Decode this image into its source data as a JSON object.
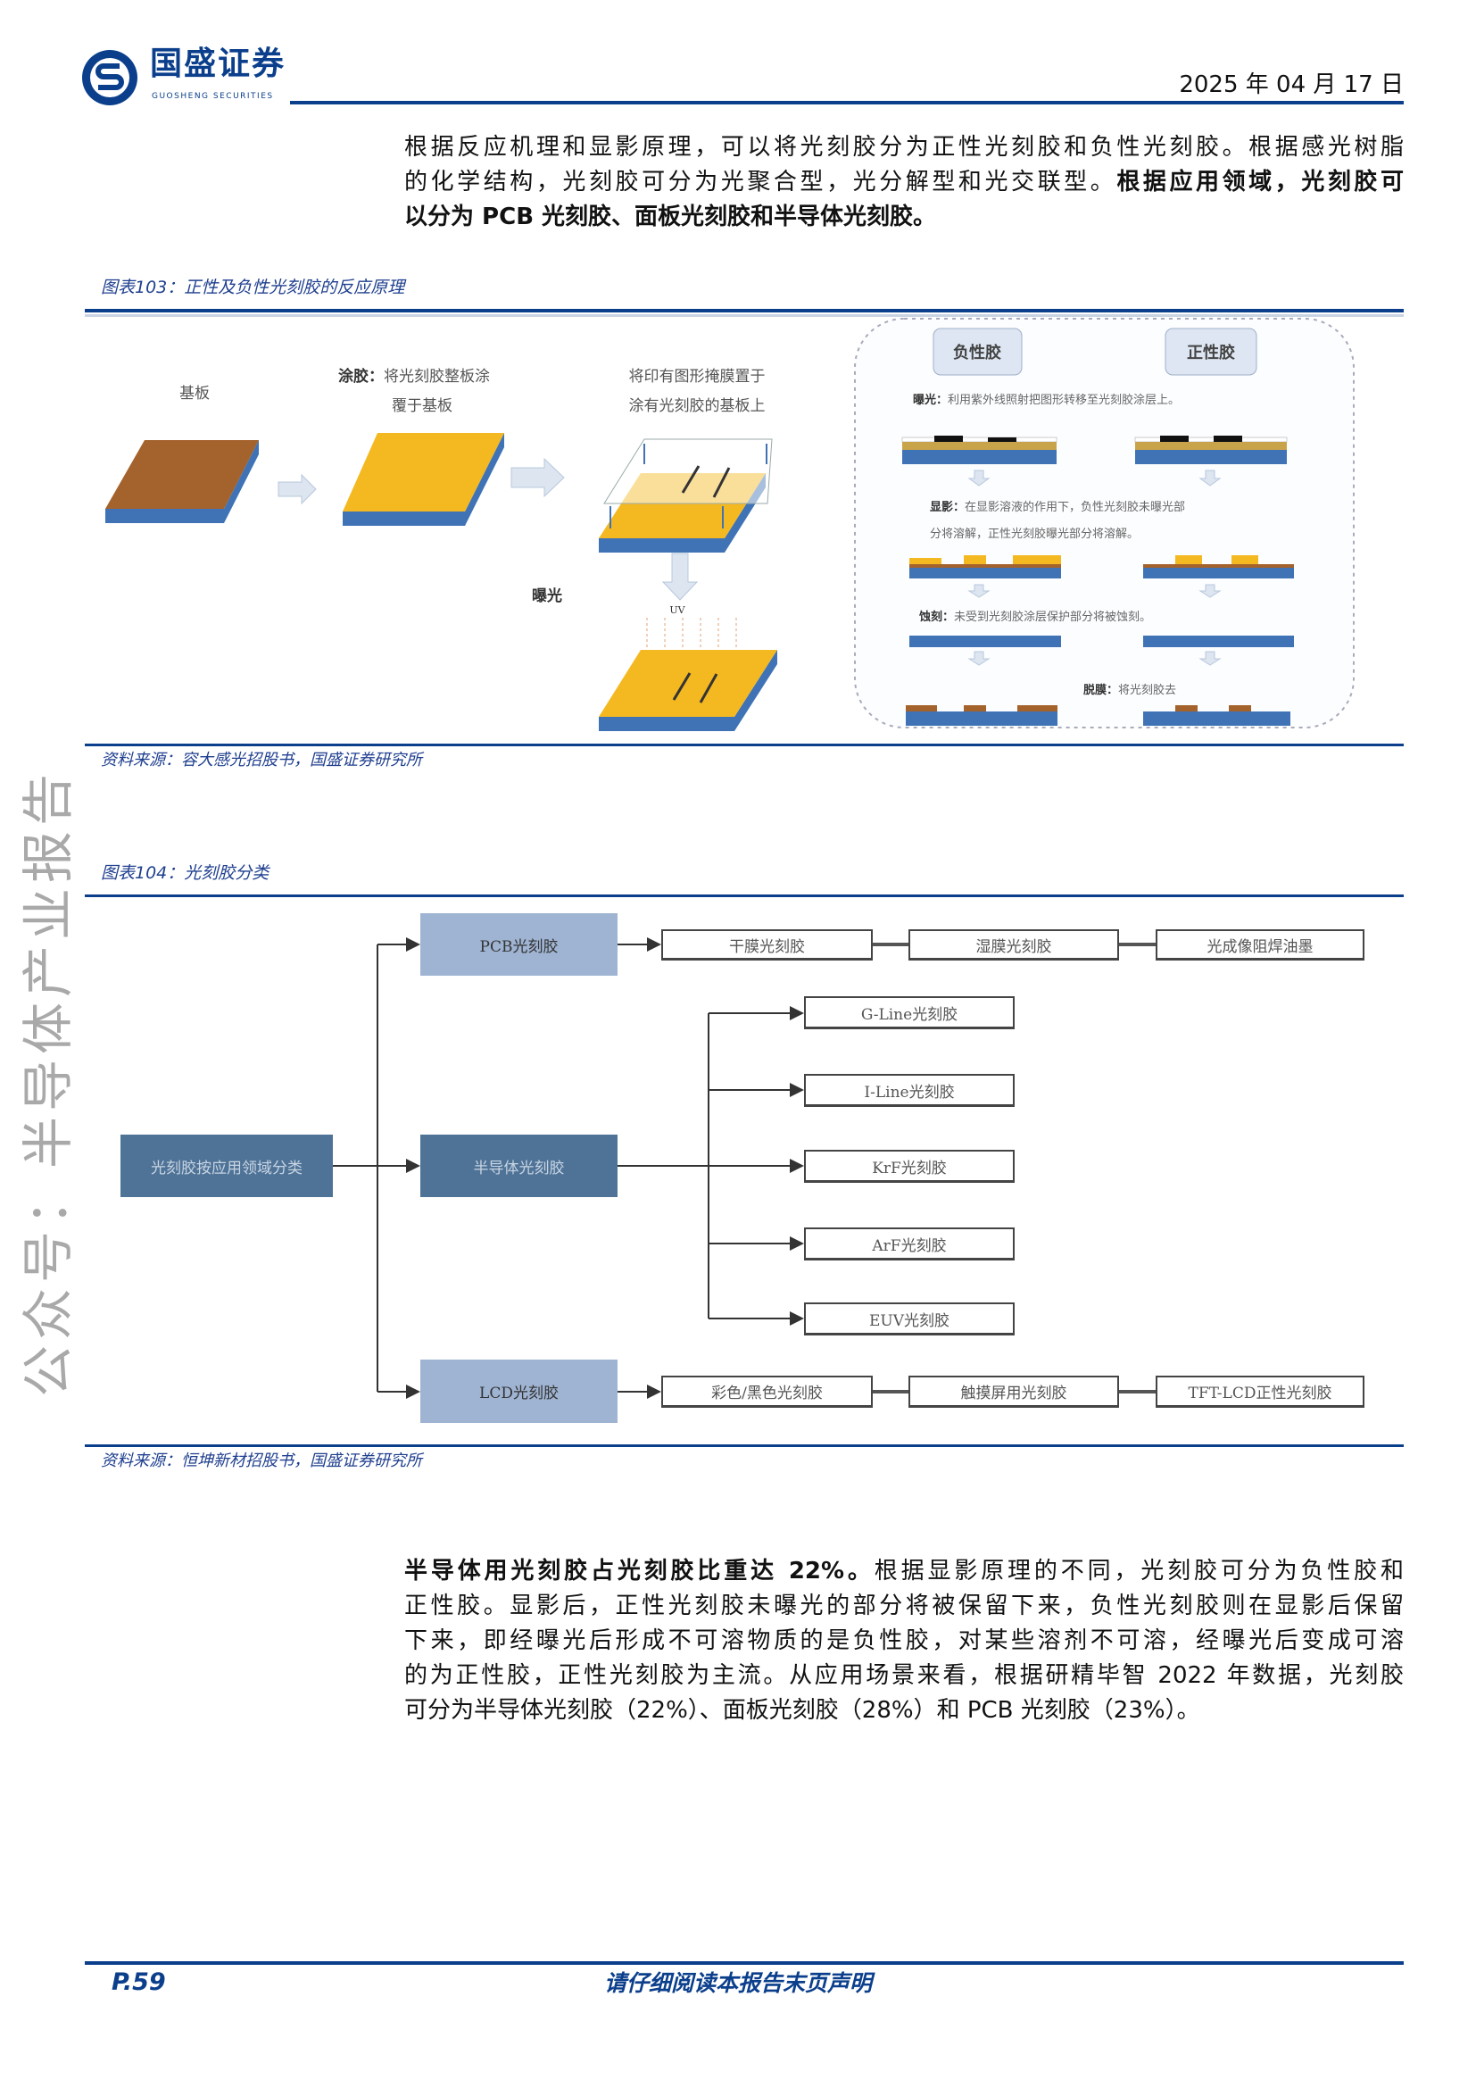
{
  "header": {
    "logo_cn": "国盛证券",
    "logo_en": "GUOSHENG SECURITIES",
    "date": "2025 年 04 月 17 日"
  },
  "para1": {
    "lines": [
      [
        {
          "t": "根据反应机理和显影原理，可以将光刻胶分为正性光刻胶和负性光刻胶。根据感光树脂",
          "bold": false
        }
      ],
      [
        {
          "t": "的化学结构，光刻胶可分为光聚合型，光分解型和光交联型。",
          "bold": false
        },
        {
          "t": "根据应用领域，光刻胶可",
          "bold": true
        }
      ],
      [
        {
          "t": "以分为 PCB 光刻胶、面板光刻胶和半导体光刻胶。",
          "bold": true
        }
      ]
    ]
  },
  "fig103": {
    "caption": "图表103：正性及负性光刻胶的反应原理",
    "source": "资料来源：容大感光招股书，国盛证券研究所",
    "left": {
      "substrate": "基板",
      "coat_bold": "涂胶：",
      "coat_l1": "将光刻胶整板涂",
      "coat_l2": "覆于基板",
      "mask_l1": "将印有图形掩膜置于",
      "mask_l2": "涂有光刻胶的基板上",
      "expose": "曝光",
      "uv": "UV"
    },
    "right": {
      "negative": "负性胶",
      "positive": "正性胶",
      "exposure_bold": "曝光：",
      "exposure_text": "利用紫外线照射把图形转移至光刻胶涂层上。",
      "develop_bold": "显影：",
      "develop_l1": "在显影溶液的作用下，负性光刻胶未曝光部",
      "develop_l2": "分将溶解，正性光刻胶曝光部分将溶解。",
      "etch_bold": "蚀刻：",
      "etch_text": "未受到光刻胶涂层保护部分将被蚀刻。",
      "strip_bold": "脱膜：",
      "strip_text": "将光刻胶去"
    }
  },
  "fig104": {
    "caption": "图表104：光刻胶分类",
    "source": "资料来源：恒坤新材招股书，国盛证券研究所",
    "root": "光刻胶按应用领域分类",
    "pcb": {
      "label": "PCB光刻胶",
      "children": [
        "干膜光刻胶",
        "湿膜光刻胶",
        "光成像阻焊油墨"
      ]
    },
    "semi": {
      "label": "半导体光刻胶",
      "children": [
        "G-Line光刻胶",
        "I-Line光刻胶",
        "KrF光刻胶",
        "ArF光刻胶",
        "EUV光刻胶"
      ]
    },
    "lcd": {
      "label": "LCD光刻胶",
      "children": [
        "彩色/黑色光刻胶",
        "触摸屏用光刻胶",
        "TFT-LCD正性光刻胶"
      ]
    }
  },
  "para2": {
    "lines": [
      [
        {
          "t": "半导体用光刻胶占光刻胶比重达 22%。",
          "bold": true
        },
        {
          "t": "根据显影原理的不同，光刻胶可分为负性胶和",
          "bold": false
        }
      ],
      [
        {
          "t": "正性胶。显影后，正性光刻胶未曝光的部分将被保留下来，负性光刻胶则在显影后保留",
          "bold": false
        }
      ],
      [
        {
          "t": "下来，即经曝光后形成不可溶物质的是负性胶，对某些溶剂不可溶，经曝光后变成可溶",
          "bold": false
        }
      ],
      [
        {
          "t": "的为正性胶，正性光刻胶为主流。从应用场景来看，根据研精毕智 2022 年数据，光刻胶",
          "bold": false
        }
      ],
      [
        {
          "t": "可分为半导体光刻胶（22%）、面板光刻胶（28%）和 PCB 光刻胶（23%）。",
          "bold": false
        }
      ]
    ]
  },
  "watermark": "公众号：半导体产业报告",
  "footer": {
    "page": "P.59",
    "note": "请仔细阅读本报告末页声明"
  },
  "colors": {
    "brand_blue": "#0b3f8c",
    "dark_box": "#4f7397",
    "light_box": "#9fb4d3",
    "resist": "#f4b921",
    "substrate": "#3f73b5",
    "copper": "#a4622c"
  }
}
